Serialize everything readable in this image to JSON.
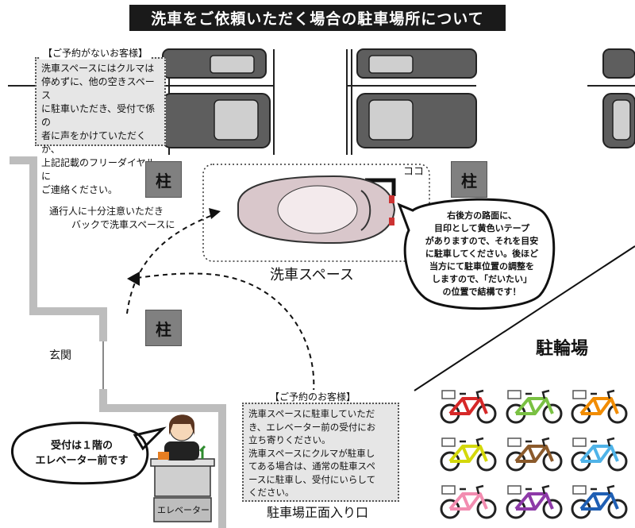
{
  "title": "洗車をご依頼いただく場合の駐車場所について",
  "no_reservation": {
    "heading": "【ご予約がないお客様】",
    "lines": [
      "洗車スペースにはクルマは",
      "停めずに、他の空きスペース",
      "に駐車いただき、受付で係の",
      "者に声をかけていただくか、",
      "上記記載のフリーダイヤルに",
      "ご連絡ください。"
    ]
  },
  "reservation": {
    "heading": "【ご予約のお客様】",
    "lines": [
      "洗車スペースに駐車していただ",
      "き、エレベーター前の受付にお",
      "立ち寄りください。",
      "洗車スペースにクルマが駐車し",
      "てある場合は、通常の駐車スペ",
      "ースに駐車し、受付にいらして",
      "ください。"
    ]
  },
  "pillar_label": "柱",
  "koko_label": "ココ",
  "back_in_note": [
    "通行人に十分注意いただき",
    "バックで洗車スペースに"
  ],
  "wash_space_label": "洗車スペース",
  "tape_bubble": [
    "右後方の路面に、",
    "目印として黄色いテープ",
    "がありますので、それを目安",
    "に駐車してください。後ほど",
    "当方にて駐車位置の調整を",
    "しますので、「だいたい」",
    "の位置で結構です！"
  ],
  "entrance_label": "玄関",
  "reception_bubble": [
    "受付は１階の",
    "エレベーター前です"
  ],
  "elevator_label": "エレベーター",
  "lot_entrance_label": "駐車場正面入り口",
  "bicycle_parking_label": "駐輪場",
  "colors": {
    "title_bg": "#1a1a1a",
    "pillar": "#808080",
    "note_bg": "#e6e6e6",
    "bicycles": [
      "#d62828",
      "#7ac143",
      "#f28c00",
      "#d4d80a",
      "#8b5a2b",
      "#4fb3e8",
      "#f28cb0",
      "#8e3aa8",
      "#1f5fb4"
    ]
  }
}
